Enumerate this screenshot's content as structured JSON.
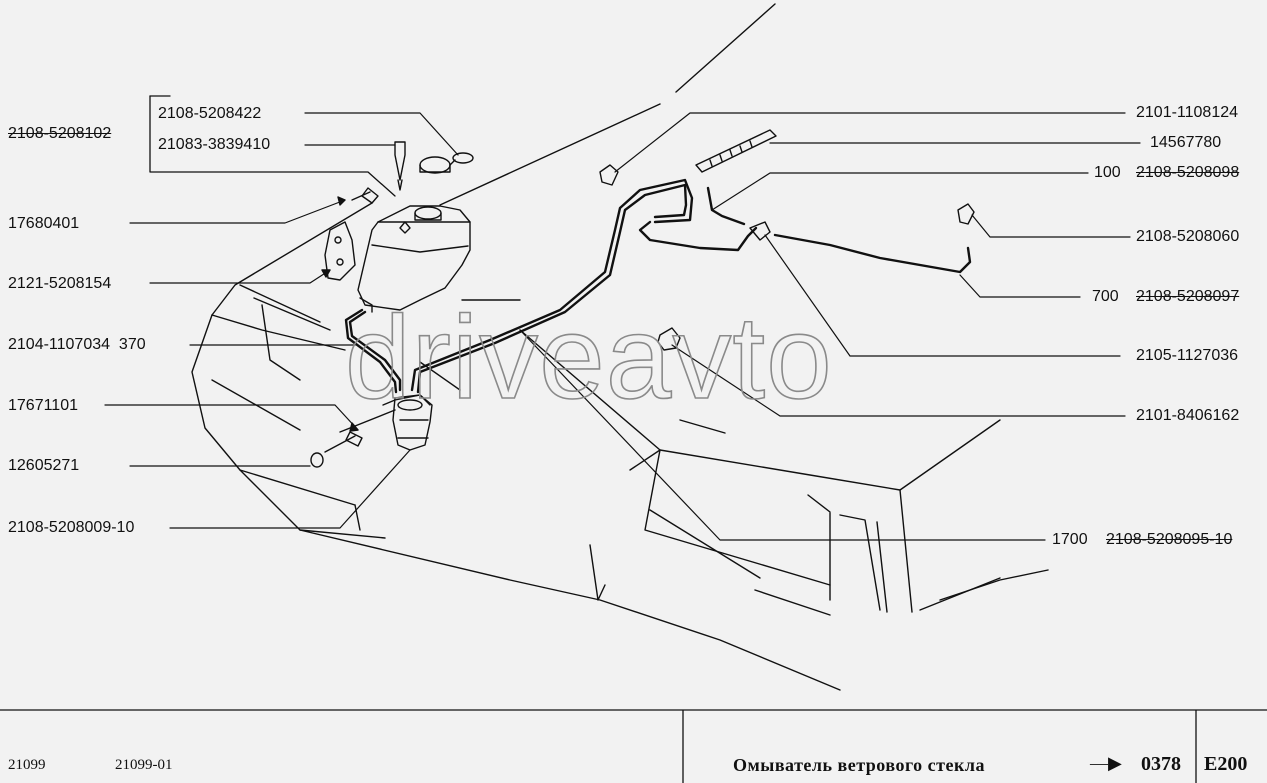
{
  "labels": {
    "group_main": "2108-5208102",
    "cap": "2108-5208422",
    "plug": "21083-3839410",
    "screw_left": "17680401",
    "bracket": "2121-5208154",
    "hose_left": "2104-1107034  370",
    "bolt": "17671101",
    "nut": "12605271",
    "pump": "2108-5208009-10",
    "clip_top": "2101-1108124",
    "tie": "14567780",
    "hose_short_len": "100",
    "hose_short": "2108-5208098",
    "nozzle": "2108-5208060",
    "hose_right_len": "700",
    "hose_right": "2108-5208097",
    "tee": "2105-1127036",
    "holder": "2101-8406162",
    "hose_long_len": "1700",
    "hose_long": "2108-5208095-10"
  },
  "watermark": "driveavto",
  "footer": {
    "model_1": "21099",
    "model_2": "21099-01",
    "title": "Омыватель ветрового стекла",
    "arrow": "—▶",
    "page_ref": "0378",
    "code": "E200"
  }
}
